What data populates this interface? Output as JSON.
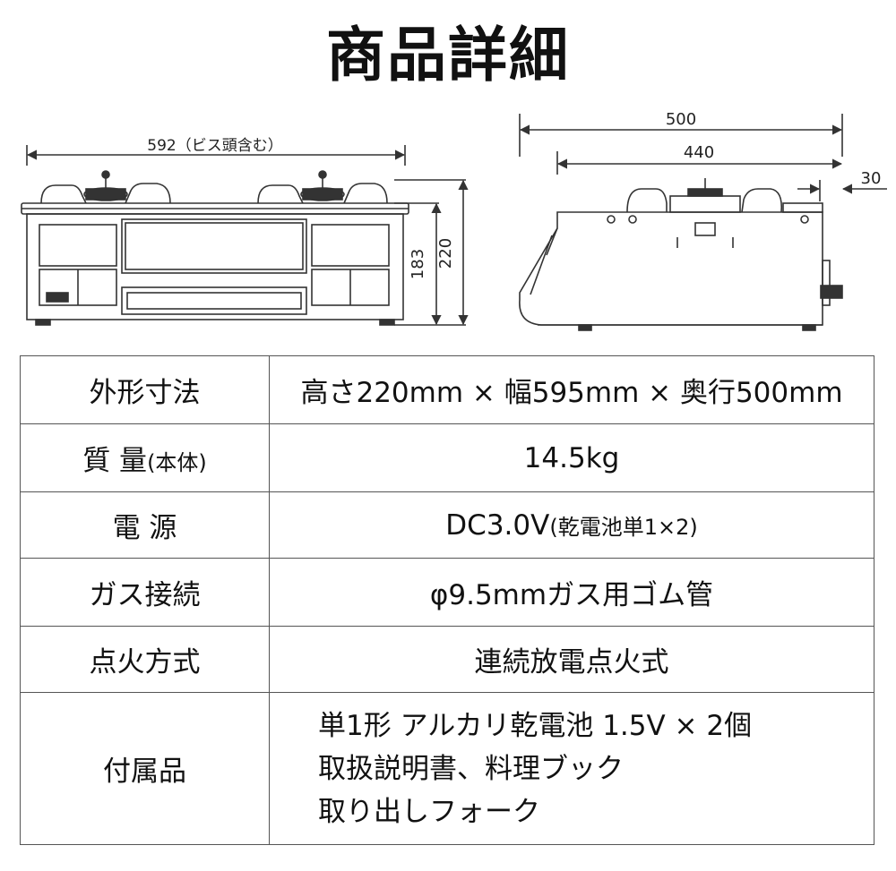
{
  "page_title": "商品詳細",
  "dimensions": {
    "front_width": "592（ビス頭含む）",
    "front_height_body": "183",
    "front_height_total": "220",
    "side_depth_total": "500",
    "side_depth_body": "440",
    "side_offset": "30"
  },
  "specs": [
    {
      "label": "外形寸法",
      "value": "高さ220mm × 幅595mm × 奥行500mm"
    },
    {
      "label_main": "質 量",
      "label_note": "(本体)",
      "value": "14.5kg"
    },
    {
      "label": "電 源",
      "value_main": "DC3.0V",
      "value_note": "(乾電池単1×2)"
    },
    {
      "label": "ガス接続",
      "value": "φ9.5mmガス用ゴム管"
    },
    {
      "label": "点火方式",
      "value": "連続放電点火式"
    },
    {
      "label": "付属品",
      "lines": [
        "単1形 アルカリ乾電池 1.5V × 2個",
        "取扱説明書、料理ブック",
        "取り出しフォーク"
      ]
    }
  ],
  "colors": {
    "line": "#555555",
    "text": "#111111",
    "drawing": "#333333"
  }
}
